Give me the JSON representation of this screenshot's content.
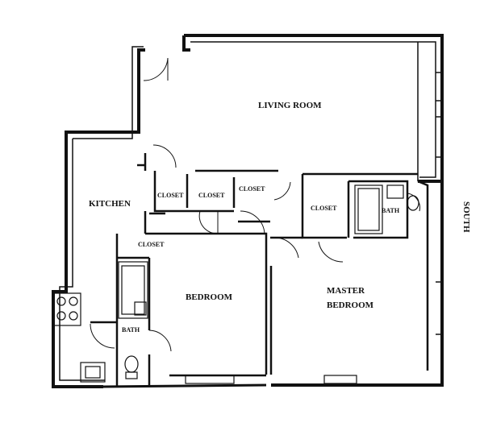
{
  "rooms": {
    "living_room": "LIVING ROOM",
    "kitchen": "KITCHEN",
    "bedroom": "BEDROOM",
    "master_bedroom_line1": "MASTER",
    "master_bedroom_line2": "BEDROOM",
    "closet_1": "CLOSET",
    "closet_2": "CLOSET",
    "closet_3": "CLOSET",
    "closet_4": "CLOSET",
    "closet_5": "CLOSET",
    "bath_1": "BATH",
    "bath_2": "BATH"
  },
  "orientation": {
    "compass_label": "SOUTH"
  }
}
